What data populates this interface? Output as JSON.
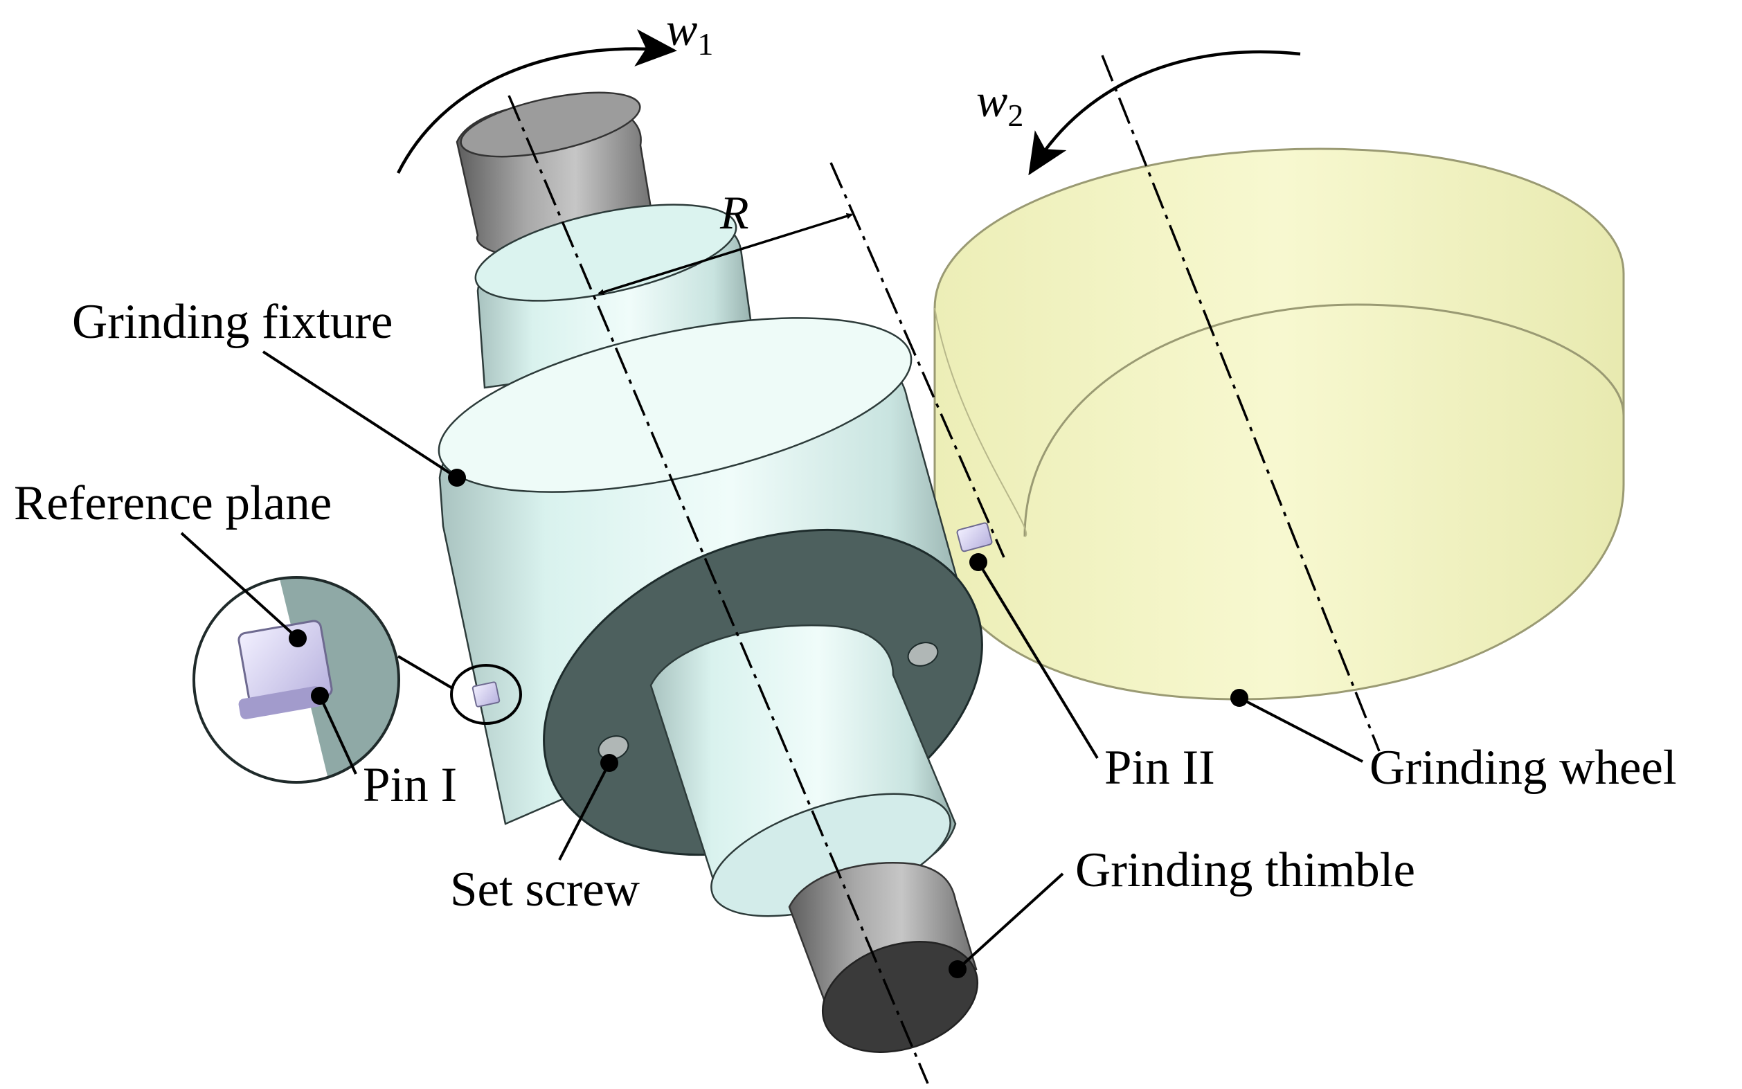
{
  "labels": {
    "grinding_fixture": "Grinding fixture",
    "reference_plane": "Reference plane",
    "pin_1": "Pin I",
    "set_screw": "Set screw",
    "pin_2": "Pin II",
    "grinding_wheel": "Grinding wheel",
    "grinding_thimble": "Grinding thimble"
  },
  "symbols": {
    "w1_base": "w",
    "w1_sub": "1",
    "w2_base": "w",
    "w2_sub": "2",
    "radius": "R"
  },
  "colors": {
    "fixture_body": "#d8f3ef",
    "fixture_shadow": "#9fb8b5",
    "flange_face": "#4d605e",
    "shaft_grey": "#8c8c8c",
    "shaft_end": "#3a3a3a",
    "wheel_fill": "#f1f2b4",
    "wheel_edge": "#9a9a73",
    "pin_fill": "#dcd8f6"
  }
}
